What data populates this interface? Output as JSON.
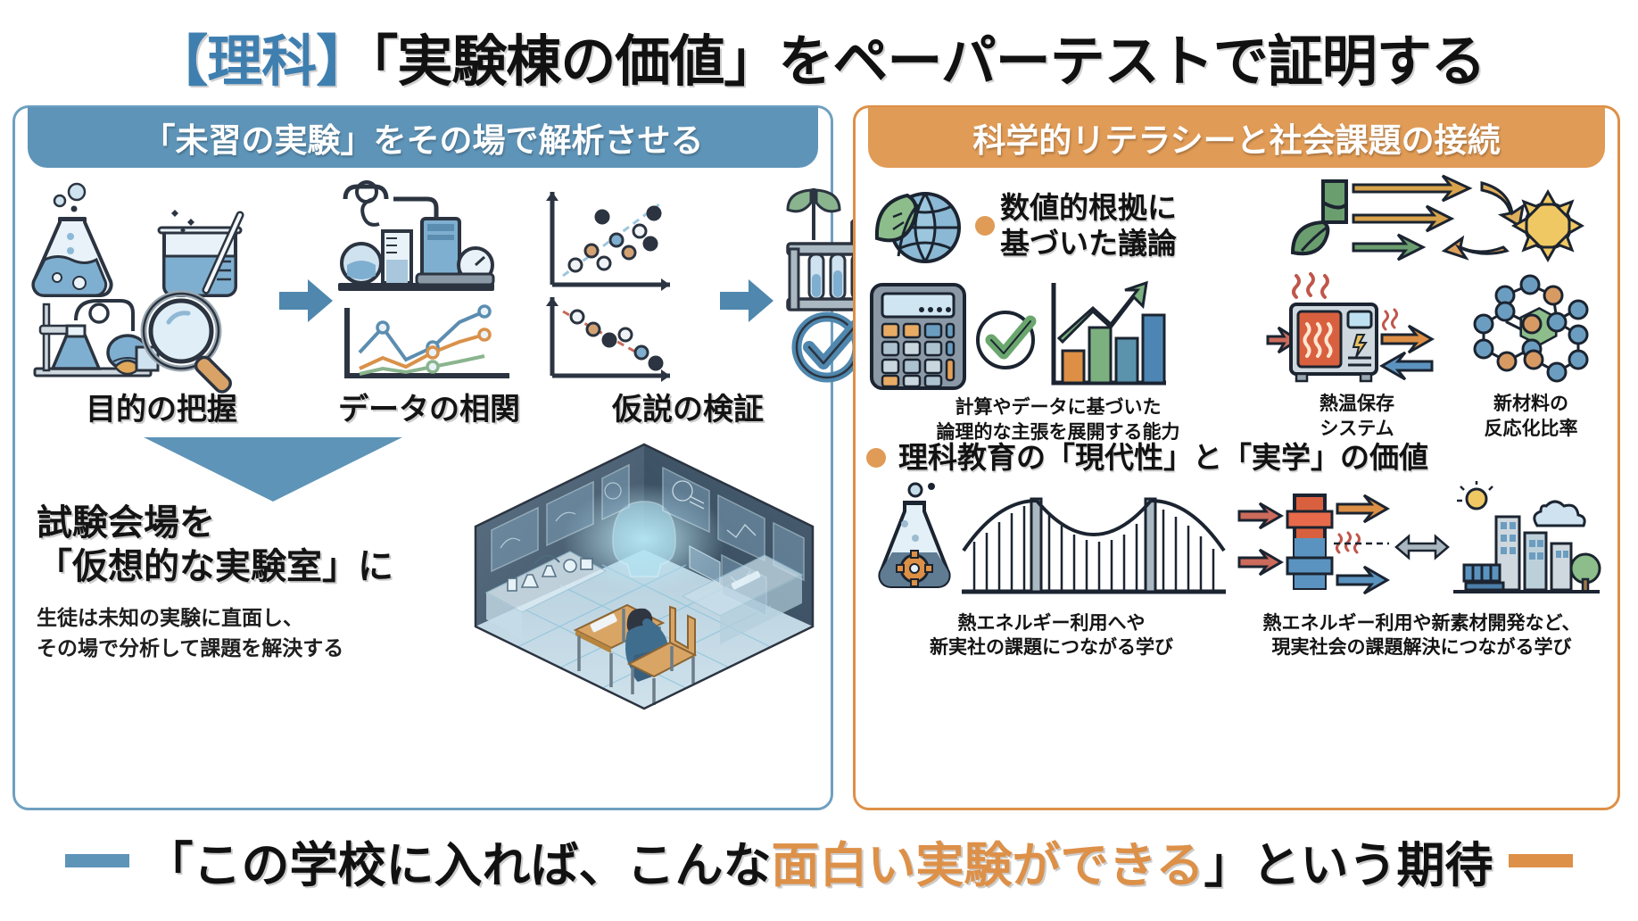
{
  "title": {
    "subject_tag": "【理科】",
    "main": "「実験棟の価値」をペーパーテストで証明する",
    "accent_color": "#3f7fb0"
  },
  "left_panel": {
    "accent_color": "#5e94b8",
    "header": "「未習の実験」をその場で解析させる",
    "steps": [
      {
        "label": "目的の把握",
        "icons": [
          "flask-icon",
          "beaker-stirrer-icon",
          "distillation-apparatus-icon",
          "magnifier-icon"
        ]
      },
      {
        "label": "データの相関",
        "icons": [
          "lab-setup-icon",
          "line-chart-icon",
          "scatter-plot-icon"
        ]
      },
      {
        "label": "仮説の検証",
        "icons": [
          "test-tube-rack-icon",
          "check-circle-icon",
          "lightbulb-icon"
        ]
      }
    ],
    "statement_line1": "試験会場を",
    "statement_line2": "「仮想的な実験室」に",
    "subtext_line1": "生徒は未知の実験に直面し、",
    "subtext_line2": "その場で分析して課題を解決する",
    "illustration_name": "virtual-lab-isometric-illustration"
  },
  "right_panel": {
    "accent_color": "#e09b56",
    "header": "科学的リテラシーと社会課題の接続",
    "bullet1": {
      "text_line1": "数値的根拠に",
      "text_line2": "基づいた議論",
      "icon": "leaf-globe-icon",
      "top_right_icon": "photosynthesis-energy-cycle-icon",
      "items": [
        {
          "caption_line1": "計算やデータに基づいた",
          "caption_line2": "論理的な主張を展開する能力",
          "icons": [
            "calculator-icon",
            "green-check-icon",
            "bar-chart-growth-icon"
          ]
        },
        {
          "caption_line1": "熱温保存",
          "caption_line2": "システム",
          "icons": [
            "heat-storage-unit-icon",
            "heat-exchange-arrows-icon"
          ]
        },
        {
          "caption_line1": "新材料の",
          "caption_line2": "反応化比率",
          "icons": [
            "molecule-network-icon"
          ]
        }
      ]
    },
    "bullet2": {
      "text": "理科教育の「現代性」と「実学」の価値",
      "items": [
        {
          "caption_line1": "熱エネルギー利用へや",
          "caption_line2": "新実社の課題につながる学び",
          "icons": [
            "flask-gear-icon",
            "suspension-bridge-icon"
          ]
        },
        {
          "caption_line1": "熱エネルギー利用や新素材開発など、",
          "caption_line2": "現実社会の課題解決につながる学び",
          "icons": [
            "heat-exchanger-icon",
            "smart-city-solar-icon"
          ]
        }
      ]
    }
  },
  "footer": {
    "text_before": "「この学校に入れば、こんな",
    "text_highlight": "面白い実験ができる",
    "text_after": "」という期待",
    "highlight_color": "#dd9048",
    "left_dash_color": "#5e94b8",
    "right_dash_color": "#dd9048"
  }
}
